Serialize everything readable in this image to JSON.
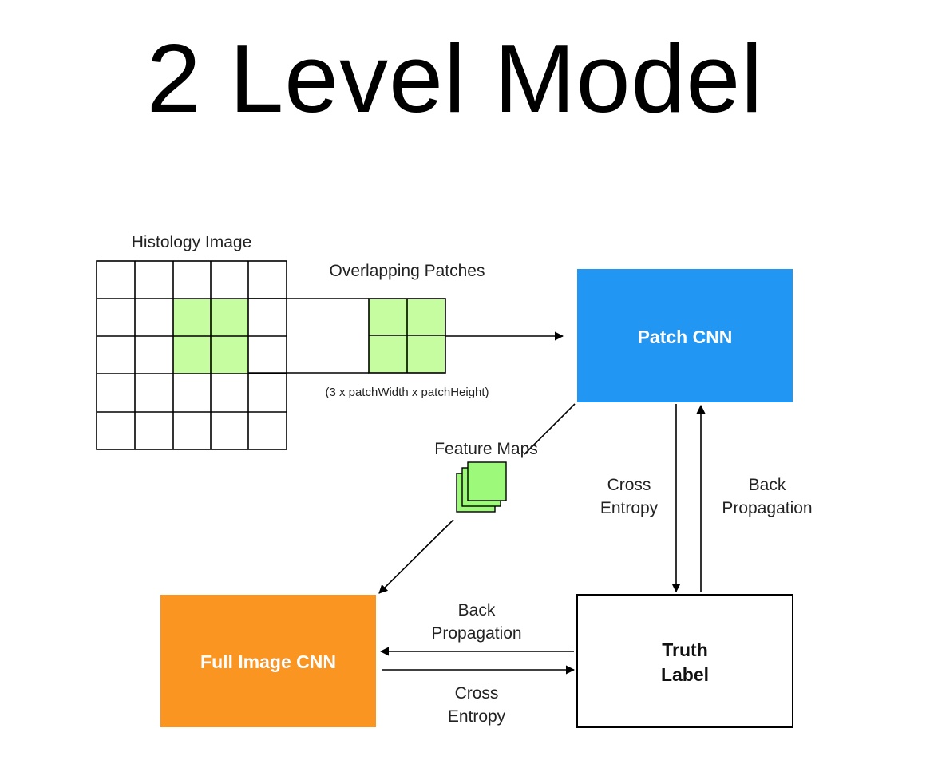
{
  "title": "2 Level Model",
  "diagram": {
    "histology_label": "Histology Image",
    "patches_label": "Overlapping Patches",
    "patch_dims_label": "(3 x patchWidth x patchHeight)",
    "patch_cnn_label": "Patch CNN",
    "feature_maps_label": "Feature Maps",
    "full_cnn_label": "Full Image CNN",
    "truth_label_line1": "Truth",
    "truth_label_line2": "Label",
    "right_cross_entropy": [
      "Cross",
      "Entropy"
    ],
    "right_back_propagation": [
      "Back",
      "Propagation"
    ],
    "bottom_back_propagation": [
      "Back",
      "Propagation"
    ],
    "bottom_cross_entropy": [
      "Cross",
      "Entropy"
    ]
  },
  "colors": {
    "patch_cnn": "#2196f3",
    "full_cnn": "#fa9522",
    "patch_green": "#c6fda0",
    "feature_green": "#9df97a",
    "grid_line": "#000000"
  }
}
